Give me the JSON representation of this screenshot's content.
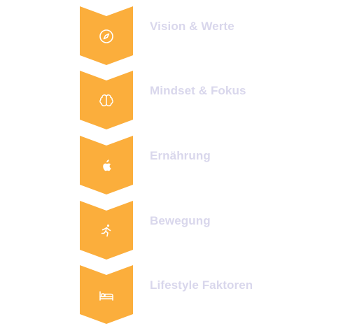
{
  "colors": {
    "accent": "#FBAE3C",
    "label": "#D9D7EC",
    "icon": "#FFFFFF"
  },
  "steps": [
    {
      "label": "Vision & Werte",
      "icon": "compass-icon"
    },
    {
      "label": "Mindset & Fokus",
      "icon": "brain-icon"
    },
    {
      "label": "Ernährung",
      "icon": "apple-icon"
    },
    {
      "label": "Bewegung",
      "icon": "running-icon"
    },
    {
      "label": "Lifestyle Faktoren",
      "icon": "bed-icon"
    }
  ]
}
